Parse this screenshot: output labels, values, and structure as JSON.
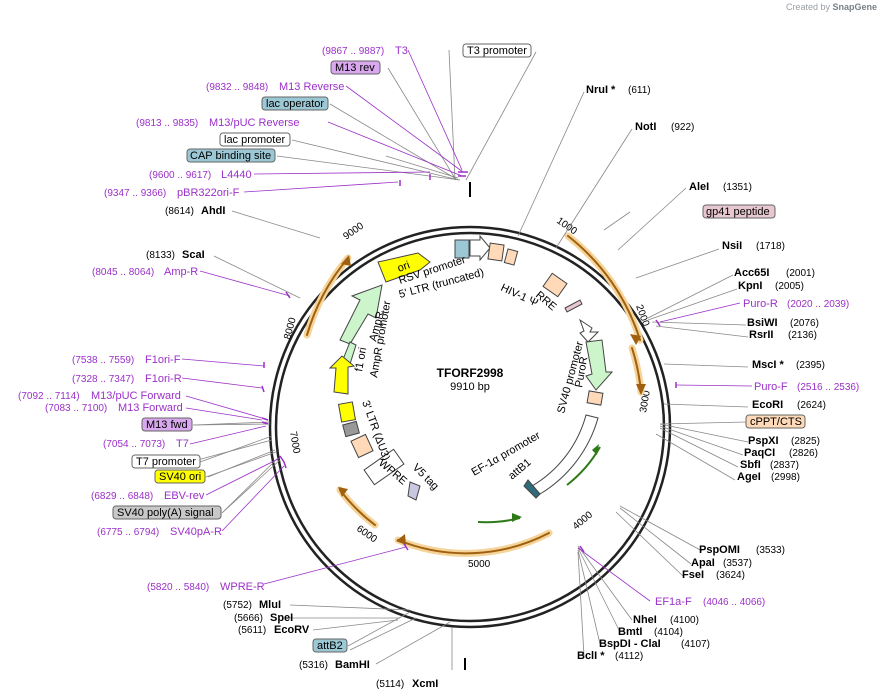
{
  "header": {
    "credit_prefix": "Created by",
    "credit_brand": "SnapGene"
  },
  "plasmid": {
    "name": "TFORF2998",
    "size_label": "9910 bp"
  },
  "ticks": [
    "1000",
    "2000",
    "3000",
    "4000",
    "5000",
    "6000",
    "7000",
    "8000",
    "9000"
  ],
  "enzymes_right": [
    {
      "name": "NruI *",
      "pos": "(611)"
    },
    {
      "name": "NotI",
      "pos": "(922)"
    },
    {
      "name": "AleI",
      "pos": "(1351)"
    },
    {
      "name": "NsiI",
      "pos": "(1718)"
    },
    {
      "name": "Acc65I",
      "pos": "(2001)"
    },
    {
      "name": "KpnI",
      "pos": "(2005)"
    },
    {
      "name": "BsiWI",
      "pos": "(2076)"
    },
    {
      "name": "RsrII",
      "pos": "(2136)"
    },
    {
      "name": "MscI *",
      "pos": "(2395)"
    },
    {
      "name": "EcoRI",
      "pos": "(2624)"
    },
    {
      "name": "PspXI",
      "pos": "(2825)"
    },
    {
      "name": "PaqCI",
      "pos": "(2826)"
    },
    {
      "name": "SbfI",
      "pos": "(2837)"
    },
    {
      "name": "AgeI",
      "pos": "(2998)"
    },
    {
      "name": "PspOMI",
      "pos": "(3533)"
    },
    {
      "name": "ApaI",
      "pos": "(3537)"
    },
    {
      "name": "FseI",
      "pos": "(3624)"
    },
    {
      "name": "NheI",
      "pos": "(4100)"
    },
    {
      "name": "BmtI",
      "pos": "(4104)"
    },
    {
      "name": "BspDI - ClaI",
      "pos": "(4107)"
    },
    {
      "name": "BclI *",
      "pos": "(4112)"
    }
  ],
  "enzymes_left": [
    {
      "name": "AhdI",
      "pos": "(8614)"
    },
    {
      "name": "ScaI",
      "pos": "(8133)"
    },
    {
      "name": "MluI",
      "pos": "(5752)"
    },
    {
      "name": "SpeI",
      "pos": "(5666)"
    },
    {
      "name": "EcoRV",
      "pos": "(5611)"
    },
    {
      "name": "BamHI",
      "pos": "(5316)"
    },
    {
      "name": "XcmI",
      "pos": "(5114)"
    }
  ],
  "primers": [
    {
      "name": "T3",
      "pos": "(9867 .. 9887)"
    },
    {
      "name": "M13 Reverse",
      "pos": "(9832 .. 9848)"
    },
    {
      "name": "M13/pUC Reverse",
      "pos": "(9813 .. 9835)"
    },
    {
      "name": "L4440",
      "pos": "(9600 .. 9617)"
    },
    {
      "name": "pBR322ori-F",
      "pos": "(9347 .. 9366)"
    },
    {
      "name": "Amp-R",
      "pos": "(8045 .. 8064)"
    },
    {
      "name": "F1ori-F",
      "pos": "(7538 .. 7559)"
    },
    {
      "name": "F1ori-R",
      "pos": "(7328 .. 7347)"
    },
    {
      "name": "M13/pUC Forward",
      "pos": "(7092 .. 7114)"
    },
    {
      "name": "M13 Forward",
      "pos": "(7083 .. 7100)"
    },
    {
      "name": "T7",
      "pos": "(7054 .. 7073)"
    },
    {
      "name": "EBV-rev",
      "pos": "(6829 .. 6848)"
    },
    {
      "name": "SV40pA-R",
      "pos": "(6775 .. 6794)"
    },
    {
      "name": "WPRE-R",
      "pos": "(5820 .. 5840)"
    },
    {
      "name": "Puro-R",
      "pos": "(2020 .. 2039)"
    },
    {
      "name": "Puro-F",
      "pos": "(2516 .. 2536)"
    },
    {
      "name": "EF1a-F",
      "pos": "(4046 .. 4066)"
    }
  ],
  "boxed": {
    "t3_promoter": "T3 promoter",
    "m13_rev": "M13 rev",
    "lac_operator": "lac operator",
    "lac_promoter": "lac promoter",
    "cap_site": "CAP binding site",
    "gp41": "gp41 peptide",
    "cppt": "cPPT/CTS",
    "m13_fwd": "M13 fwd",
    "t7_promoter": "T7 promoter",
    "sv40_ori": "SV40 ori",
    "sv40_polya": "SV40 poly(A) signal",
    "attb2": "attB2"
  },
  "inner": {
    "ori": "ori",
    "rsv": "RSV promoter",
    "ltr5": "5' LTR (truncated)",
    "hiv": "HIV-1 Ψ",
    "rre": "RRE",
    "f1ori": "f1 ori",
    "ampr": "AmpR",
    "ampr_promoter": "AmpR promoter",
    "sv40_promoter": "SV40 promoter",
    "puror": "PuroR",
    "ef1a": "EF-1α promoter",
    "attb1": "attB1",
    "ltr3": "3' LTR (ΔU3)",
    "wpre": "WPRE",
    "v5": "V5 tag"
  },
  "colors": {
    "primer": "#9b30c8",
    "ori": "#ffff00",
    "ampr": "#ccf5cc",
    "orf": "#e8a33c",
    "ltr": "#ffd9b8",
    "boxed_purple": "#d9a8ee",
    "boxed_blue": "#9cc7d4",
    "boxed_yellow": "#ffff00",
    "boxed_gray": "#c8c8c8",
    "boxed_pink": "#e8c8d0",
    "boxed_peach": "#ffd9b8"
  }
}
